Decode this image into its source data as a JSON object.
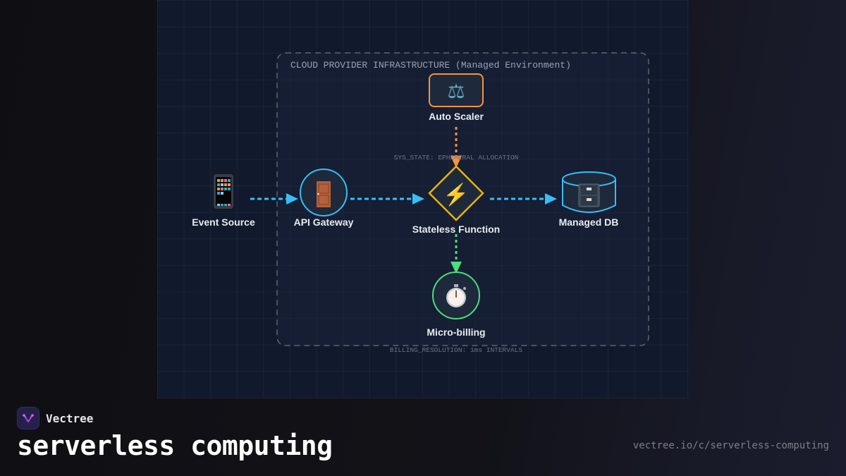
{
  "diagram": {
    "container_title": "CLOUD PROVIDER INFRASTRUCTURE (Managed Environment)",
    "sys_state_note": "SYS_STATE: EPHEMERAL ALLOCATION",
    "billing_note": "BILLING_RESOLUTION: 1ms INTERVALS",
    "nodes": {
      "event_source": {
        "label": "Event Source",
        "icon": "mobile-phone-icon"
      },
      "api_gateway": {
        "label": "API Gateway",
        "icon": "door-icon"
      },
      "stateless_function": {
        "label": "Stateless Function",
        "icon": "lightning-icon"
      },
      "managed_db": {
        "label": "Managed DB",
        "icon": "file-cabinet-icon"
      },
      "auto_scaler": {
        "label": "Auto Scaler",
        "icon": "balance-scale-icon"
      },
      "micro_billing": {
        "label": "Micro-billing",
        "icon": "stopwatch-icon"
      }
    },
    "colors": {
      "flow": "#38bdf8",
      "scaler": "#f59342",
      "function": "#eab308",
      "billing": "#4ade80"
    }
  },
  "footer": {
    "brand": "Vectree",
    "title": "serverless computing",
    "url": "vectree.io/c/serverless-computing"
  }
}
